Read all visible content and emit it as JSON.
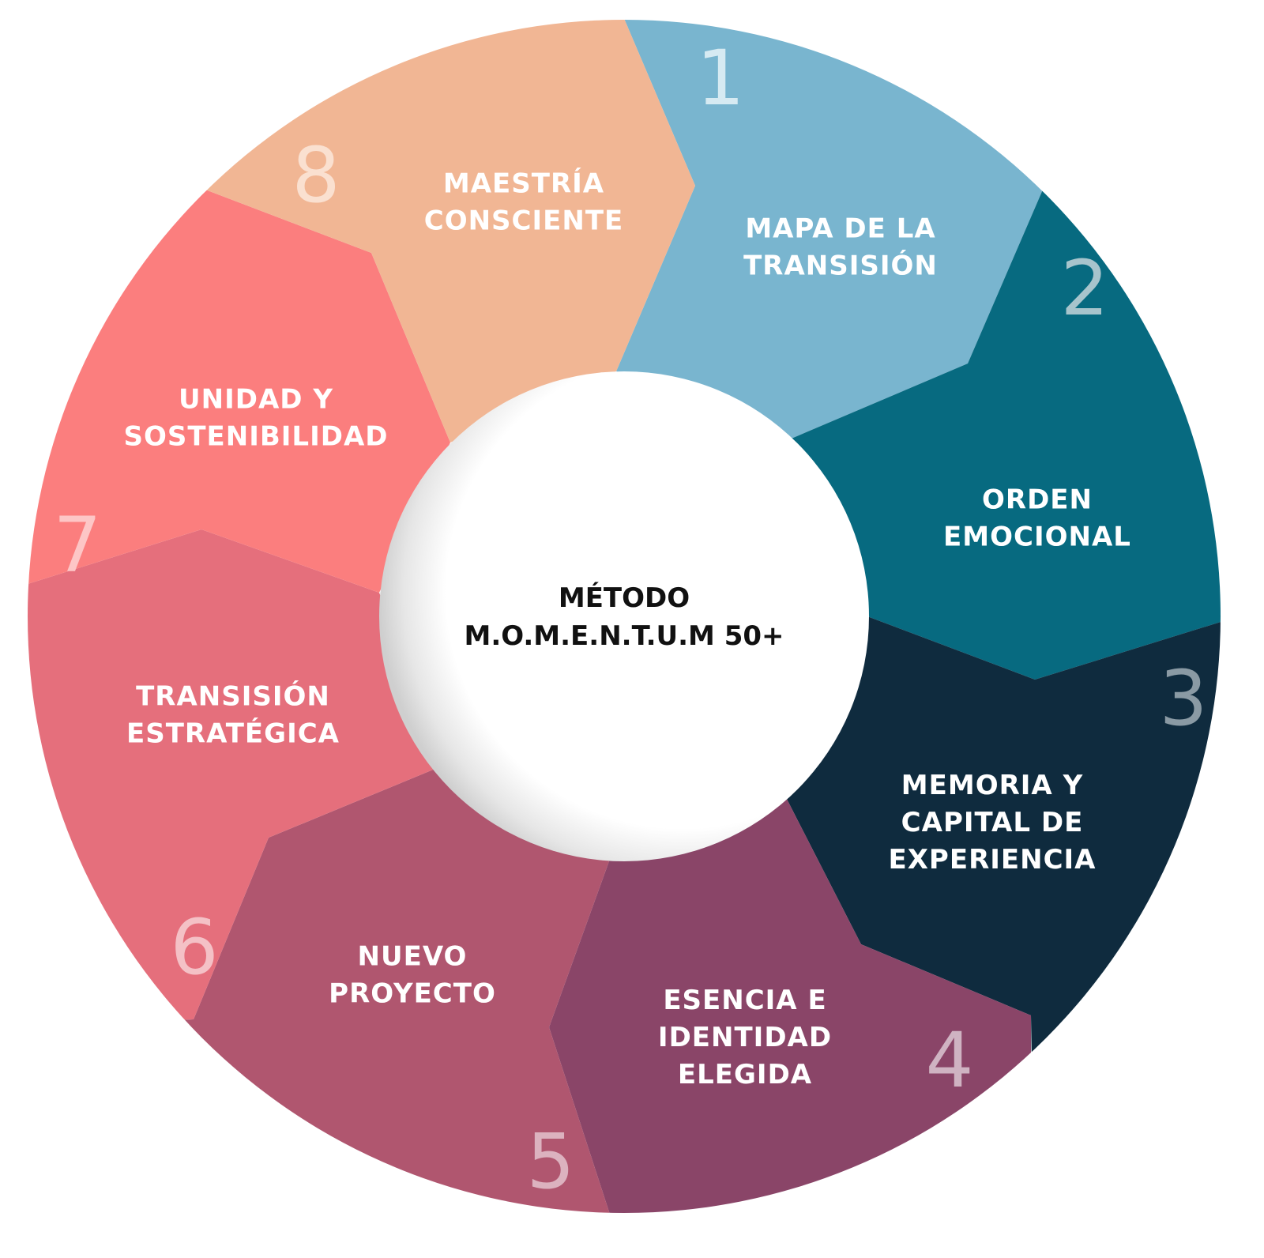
{
  "center": {
    "line1": "MÉTODO",
    "line2": "M.O.M.E.N.T.U.M 50+"
  },
  "segments": [
    {
      "number": "1",
      "label_lines": [
        "MAPA DE LA",
        "TRANSISIÓN"
      ],
      "color": "#79b5cf",
      "number_color": "#d6eaf2"
    },
    {
      "number": "2",
      "label_lines": [
        "ORDEN",
        "EMOCIONAL"
      ],
      "color": "#076a80",
      "number_color": "#a7c4cc"
    },
    {
      "number": "3",
      "label_lines": [
        "MEMORIA Y",
        "CAPITAL DE",
        "EXPERIENCIA"
      ],
      "color": "#0f2b3e",
      "number_color": "#8a9aa4"
    },
    {
      "number": "4",
      "label_lines": [
        "ESENCIA E",
        "IDENTIDAD",
        "ELEGIDA"
      ],
      "color": "#8a4568",
      "number_color": "#cfb3c2"
    },
    {
      "number": "5",
      "label_lines": [
        "NUEVO",
        "PROYECTO"
      ],
      "color": "#b0566f",
      "number_color": "#dcb2bf"
    },
    {
      "number": "6",
      "label_lines": [
        "TRANSISIÓN",
        "ESTRATÉGICA"
      ],
      "color": "#e56f7c",
      "number_color": "#f4c1c6"
    },
    {
      "number": "7",
      "label_lines": [
        "UNIDAD Y",
        "SOSTENIBILIDAD"
      ],
      "color": "#fb7e7e",
      "number_color": "#fdc6c6"
    },
    {
      "number": "8",
      "label_lines": [
        "MAESTRÍA",
        "CONSCIENTE"
      ],
      "color": "#f1b694",
      "number_color": "#fae0d0"
    }
  ]
}
